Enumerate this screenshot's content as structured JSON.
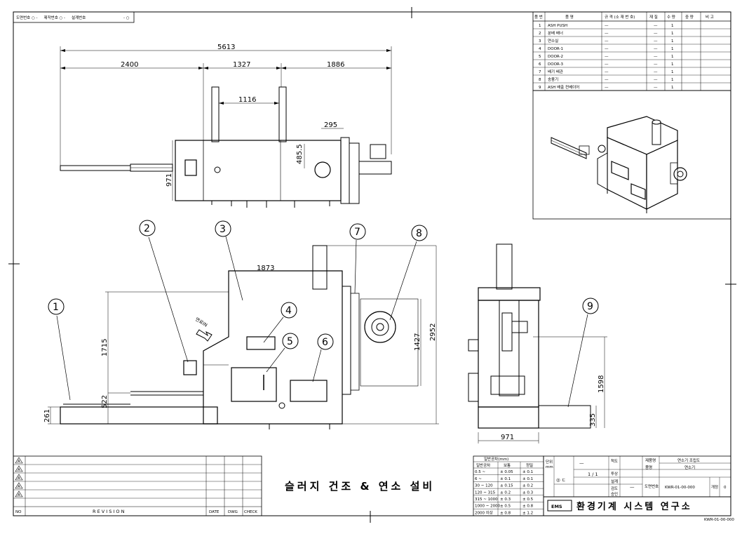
{
  "header_note": "도면번호 ○ - 　 제작번호 ○ - 　 설계번호",
  "header_suffix": "- ○",
  "bom": {
    "headers": [
      "품 번",
      "품 명",
      "규 격 (소 재 번 호)",
      "재 질",
      "수 량",
      "중 량",
      "비 고"
    ],
    "rows": [
      [
        "1",
        "ASH PUSH",
        "—",
        "—",
        "1"
      ],
      [
        "2",
        "분배 배너",
        "—",
        "—",
        "1"
      ],
      [
        "3",
        "연소실",
        "—",
        "—",
        "1"
      ],
      [
        "4",
        "DOOR-1",
        "—",
        "—",
        "1"
      ],
      [
        "5",
        "DOOR-2",
        "—",
        "—",
        "1"
      ],
      [
        "6",
        "DOOR-3",
        "—",
        "—",
        "1"
      ],
      [
        "7",
        "배기 배관",
        "—",
        "—",
        "1"
      ],
      [
        "8",
        "송풍기",
        "—",
        "—",
        "1"
      ],
      [
        "9",
        "ASH 배출 컨베이어",
        "—",
        "—",
        "1"
      ]
    ]
  },
  "dimensions": {
    "top_total": "5613",
    "top_left": "2400",
    "top_mid": "1327",
    "top_right": "1886",
    "top_inner": "1116",
    "top_small": "295",
    "top_vert": "485.5",
    "top_height": "971",
    "front_top": "1873",
    "front_height": "1715",
    "front_low": "522",
    "front_base": "261",
    "front_fan": "1427",
    "front_total": "2952",
    "side_width": "971",
    "side_conv": "1598",
    "side_small": "335"
  },
  "balloons": [
    "1",
    "2",
    "3",
    "4",
    "5",
    "6",
    "7",
    "8",
    "9"
  ],
  "arrow_note": "연료IN",
  "revision": {
    "no_label": "NO",
    "revision_label": "R E V I S I O N",
    "date_label": "DATE",
    "dwg_label": "DWG",
    "check_label": "CHECK",
    "triangle": "A"
  },
  "drawing_title": "슬러지 건조 & 연소 설비",
  "tolerance": {
    "title": "일반공차(mm)",
    "sub": "일반공차",
    "col_a": "보통",
    "col_b": "정밀",
    "rows": [
      [
        "0.5 ~",
        "± 0.05",
        "± 0.1"
      ],
      [
        "6 ~",
        "± 0.1",
        "± 0.1"
      ],
      [
        "30 ~ 120",
        "± 0.15",
        "± 0.2"
      ],
      [
        "120 ~ 315",
        "± 0.2",
        "± 0.3"
      ],
      [
        "315 ~ 1000",
        "± 0.3",
        "± 0.5"
      ],
      [
        "1000 ~ 2000",
        "± 0.5",
        "± 0.8"
      ],
      [
        "2000 이상",
        "± 0.8",
        "± 1.2"
      ]
    ]
  },
  "titleblock": {
    "scale_label": "척도",
    "scale_value": "1 / 1",
    "unit_label": "단위",
    "unit_value": "mm",
    "proj_label": "투상",
    "dash": "—",
    "projection_sym": "◎ ㄷ",
    "drawn": "설계",
    "checked": "검도",
    "approved": "승인",
    "product_label": "제품명",
    "product": "연소기 조립도",
    "part_label": "품명",
    "part": "연소기",
    "dwg_no_label": "도면번호",
    "dwg_no": "KWR-01-00-000",
    "rev_label": "개정",
    "rev_value": "0",
    "org_logo": "EMS",
    "org": "환경기계 시스템 연구소",
    "footnote": "KWR-01-00-000"
  }
}
